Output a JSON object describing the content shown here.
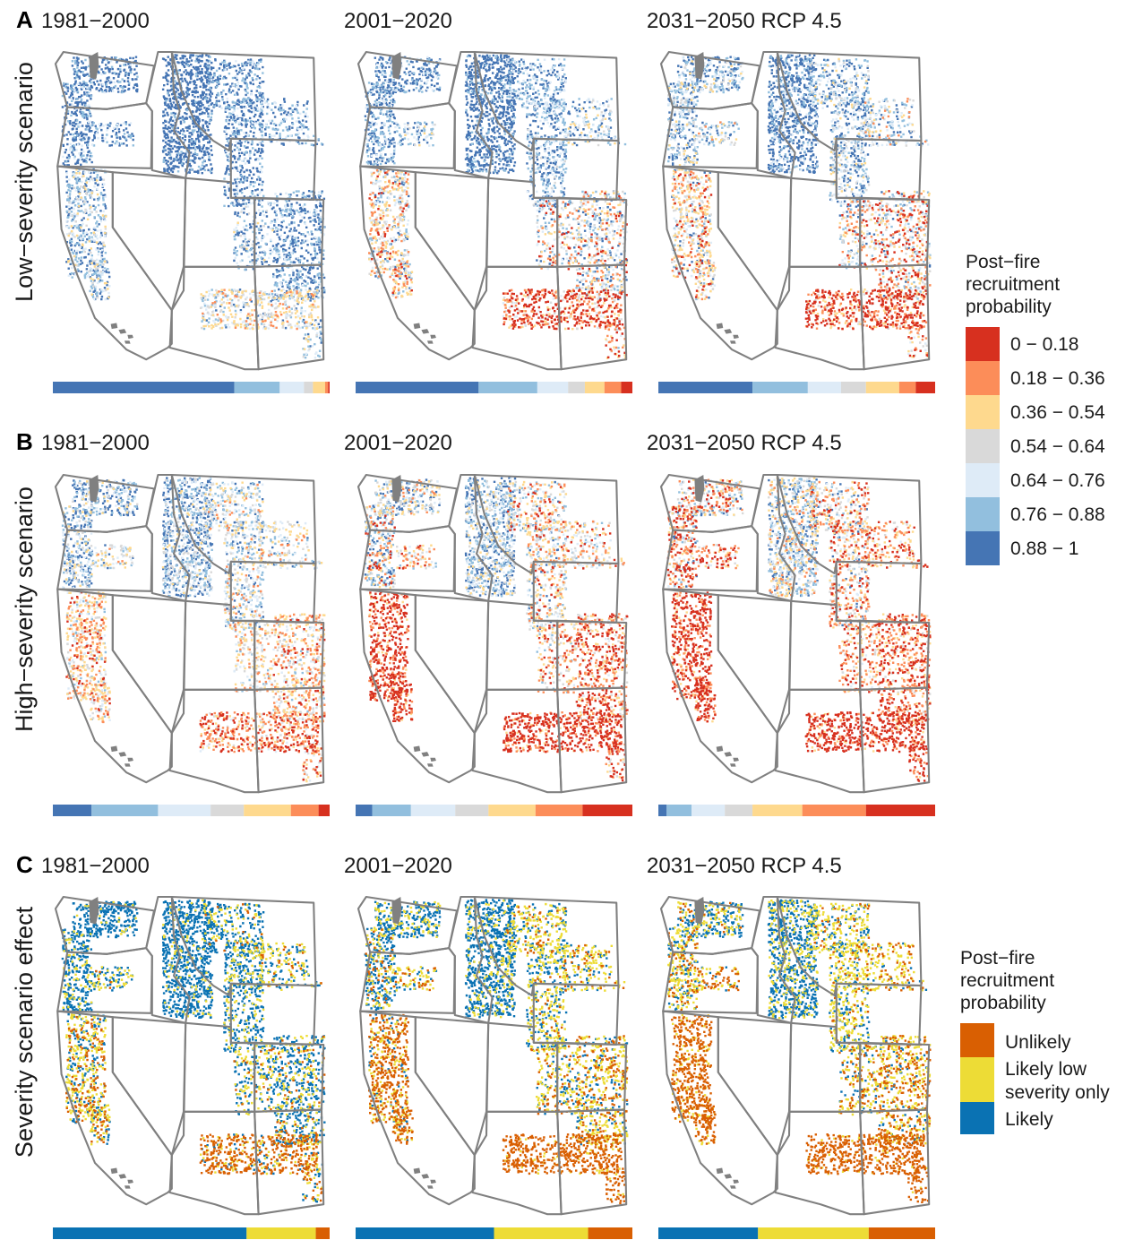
{
  "rows": [
    {
      "letter": "A",
      "row_label": "Low−severity scenario",
      "legend": "prob",
      "panels": [
        {
          "title": "1981−2000",
          "pattern": "low_1",
          "bar": [
            60,
            15,
            8,
            3,
            4,
            1,
            0.5
          ]
        },
        {
          "title": "2001−2020",
          "pattern": "low_2",
          "bar": [
            44,
            21,
            11,
            6,
            7,
            6,
            4
          ]
        },
        {
          "title": "2031−2050 RCP 4.5",
          "pattern": "low_3",
          "bar": [
            34,
            20,
            12,
            9,
            12,
            6,
            7
          ]
        }
      ]
    },
    {
      "letter": "B",
      "row_label": "High−severity scenario",
      "legend": null,
      "panels": [
        {
          "title": "1981−2000",
          "pattern": "high_1",
          "bar": [
            14,
            24,
            19,
            12,
            17,
            10,
            4
          ]
        },
        {
          "title": "2001−2020",
          "pattern": "high_2",
          "bar": [
            6,
            14,
            16,
            12,
            17,
            17,
            18
          ]
        },
        {
          "title": "2031−2050 RCP 4.5",
          "pattern": "high_3",
          "bar": [
            3,
            9,
            12,
            10,
            18,
            23,
            25
          ]
        }
      ]
    },
    {
      "letter": "C",
      "row_label": "Severity scenario effect",
      "legend": "effect",
      "panels": [
        {
          "title": "1981−2000",
          "pattern": "eff_1",
          "bar": [
            70,
            25,
            5
          ]
        },
        {
          "title": "2001−2020",
          "pattern": "eff_2",
          "bar": [
            50,
            34,
            16
          ]
        },
        {
          "title": "2031−2050 RCP 4.5",
          "pattern": "eff_3",
          "bar": [
            36,
            40,
            24
          ]
        }
      ]
    }
  ],
  "legends": {
    "prob": {
      "title": [
        "Post−fire",
        "recruitment",
        "probability"
      ],
      "items": [
        {
          "label": "0 − 0.18",
          "color": "#d7301f"
        },
        {
          "label": "0.18 − 0.36",
          "color": "#fc8d59"
        },
        {
          "label": "0.36 − 0.54",
          "color": "#fed98e"
        },
        {
          "label": "0.54 − 0.64",
          "color": "#d9d9d9"
        },
        {
          "label": "0.64 − 0.76",
          "color": "#deebf7"
        },
        {
          "label": "0.76 − 0.88",
          "color": "#92bfde"
        },
        {
          "label": "0.88 − 1",
          "color": "#4575b4"
        }
      ]
    },
    "effect": {
      "title": [
        "Post−fire",
        "recruitment",
        "probability"
      ],
      "items": [
        {
          "label": [
            "Unlikely"
          ],
          "color": "#d95f02"
        },
        {
          "label": [
            "Likely low",
            "severity only"
          ],
          "color": "#eddc36"
        },
        {
          "label": [
            "Likely"
          ],
          "color": "#0a72b3"
        }
      ]
    }
  },
  "colors": {
    "state_outline": "#808080",
    "coast_islands": "#808080"
  }
}
